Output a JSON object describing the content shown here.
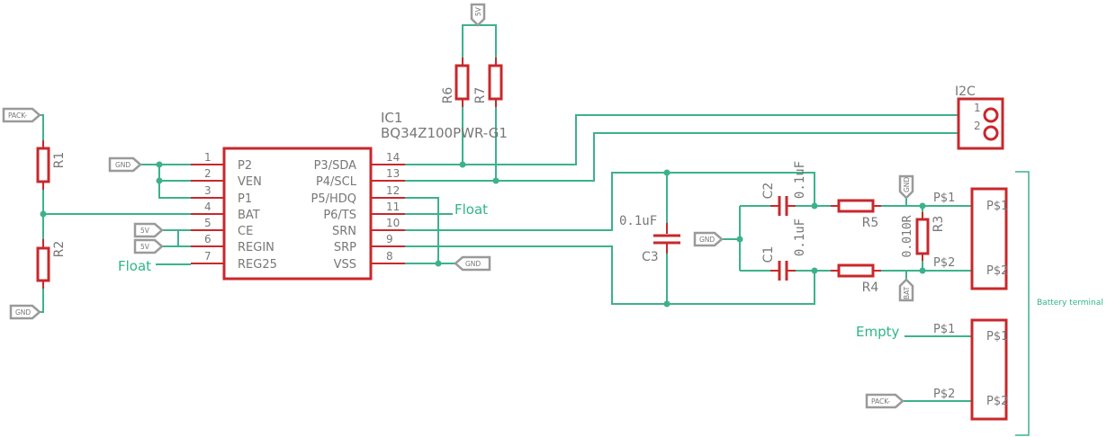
{
  "ic": {
    "name": "IC1",
    "part": "BQ34Z100PWR-G1",
    "left_pins": [
      {
        "num": "1",
        "label": "P2"
      },
      {
        "num": "2",
        "label": "VEN"
      },
      {
        "num": "3",
        "label": "P1"
      },
      {
        "num": "4",
        "label": "BAT"
      },
      {
        "num": "5",
        "label": "CE"
      },
      {
        "num": "6",
        "label": "REGIN"
      },
      {
        "num": "7",
        "label": "REG25"
      }
    ],
    "right_pins": [
      {
        "num": "14",
        "label": "P3/SDA"
      },
      {
        "num": "13",
        "label": "P4/SCL"
      },
      {
        "num": "12",
        "label": "P5/HDQ"
      },
      {
        "num": "11",
        "label": "P6/TS"
      },
      {
        "num": "10",
        "label": "SRN"
      },
      {
        "num": "9",
        "label": "SRP"
      },
      {
        "num": "8",
        "label": "VSS"
      }
    ]
  },
  "resistors": {
    "r1": "R1",
    "r2": "R2",
    "r3": "R3",
    "r3_value": "0.010R",
    "r4": "R4",
    "r5": "R5",
    "r6": "R6",
    "r7": "R7"
  },
  "capacitors": {
    "c1": "C1",
    "c1_value": "0.1uF",
    "c2": "C2",
    "c2_value": "0.1uF",
    "c3": "C3",
    "c3_value": "0.1uF"
  },
  "connector_i2c": {
    "name": "I2C",
    "pin1": "1",
    "pin2": "2"
  },
  "terminal_top": {
    "pin1_outer": "P$1",
    "pin1_inner": "P$1",
    "pin2_outer": "P$2",
    "pin2_inner": "P$2"
  },
  "terminal_bottom": {
    "pin1_outer": "P$1",
    "pin1_inner": "P$1",
    "pin2_outer": "P$2",
    "pin2_inner": "P$2"
  },
  "ports": {
    "pack_top": "PACK-",
    "gnd_r2": "GND",
    "gnd_ic": "GND",
    "v5_ce": "5V",
    "v5_regin": "5V",
    "gnd_vss": "GND",
    "v5_pullup": "5V",
    "gnd_caps": "GND",
    "gnd_r3": "GND",
    "bat_r3": "BAT",
    "pack_bottom": "PACK-"
  },
  "net_labels": {
    "float_reg25": "Float",
    "float_ts": "Float",
    "empty": "Empty"
  },
  "battery_terminal_label": "Battery terminal",
  "colors": {
    "wire": "#3cb28c",
    "part": "#c8282c",
    "port": "#9a9a9a",
    "text": "#777777",
    "net_label": "#2fb58a"
  }
}
